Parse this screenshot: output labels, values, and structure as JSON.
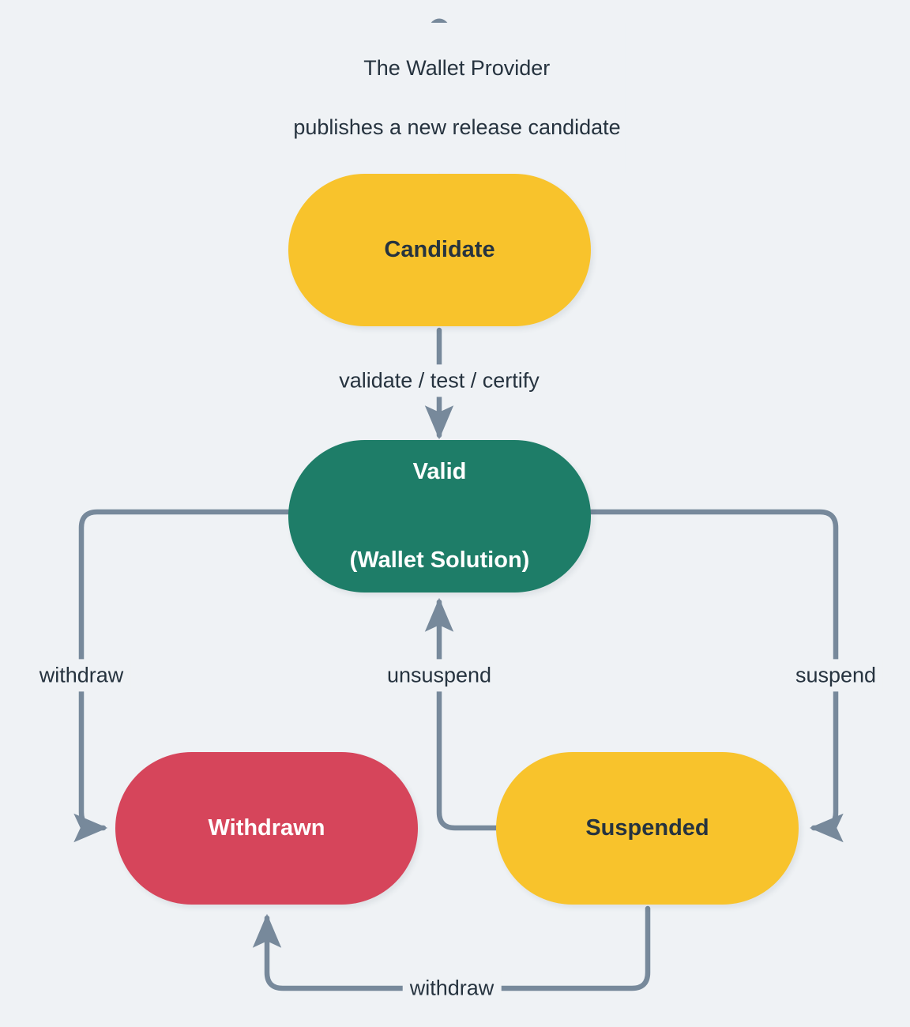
{
  "diagram": {
    "type": "state-diagram",
    "title": "Wallet Solution lifecycle state machine",
    "colors": {
      "background": "#eff2f5",
      "edge": "#77899b",
      "text_dark": "#26333f",
      "text_light": "#ffffff",
      "candidate": "#f8c32c",
      "valid": "#1e7d68",
      "withdrawn": "#d6455b",
      "suspended": "#f8c32c"
    },
    "start_node": {
      "name": "start-state-marker",
      "shape": "filled-circle-with-stem"
    },
    "states": [
      {
        "id": "candidate",
        "label": "Candidate",
        "line1": "Candidate",
        "line2": "",
        "fill": "#f8c32c",
        "text": "#26333f"
      },
      {
        "id": "valid",
        "label": "Valid (Wallet Solution)",
        "line1": "Valid",
        "line2": "(Wallet Solution)",
        "fill": "#1e7d68",
        "text": "#ffffff"
      },
      {
        "id": "withdrawn",
        "label": "Withdrawn",
        "line1": "Withdrawn",
        "line2": "",
        "fill": "#d6455b",
        "text": "#ffffff"
      },
      {
        "id": "suspended",
        "label": "Suspended",
        "line1": "Suspended",
        "line2": "",
        "fill": "#f8c32c",
        "text": "#26333f"
      }
    ],
    "transitions": [
      {
        "id": "start-to-candidate",
        "from": "[*]",
        "to": "candidate",
        "label_line1": "The Wallet Provider",
        "label_line2": "publishes a new release candidate",
        "label": "The Wallet Provider publishes a new release candidate"
      },
      {
        "id": "candidate-to-valid",
        "from": "candidate",
        "to": "valid",
        "label": "validate / test / certify"
      },
      {
        "id": "valid-to-withdrawn",
        "from": "valid",
        "to": "withdrawn",
        "label": "withdraw"
      },
      {
        "id": "suspended-to-valid",
        "from": "suspended",
        "to": "valid",
        "label": "unsuspend"
      },
      {
        "id": "valid-to-suspended",
        "from": "valid",
        "to": "suspended",
        "label": "suspend"
      },
      {
        "id": "suspended-to-withdrawn",
        "from": "suspended",
        "to": "withdrawn",
        "label": "withdraw"
      }
    ]
  }
}
